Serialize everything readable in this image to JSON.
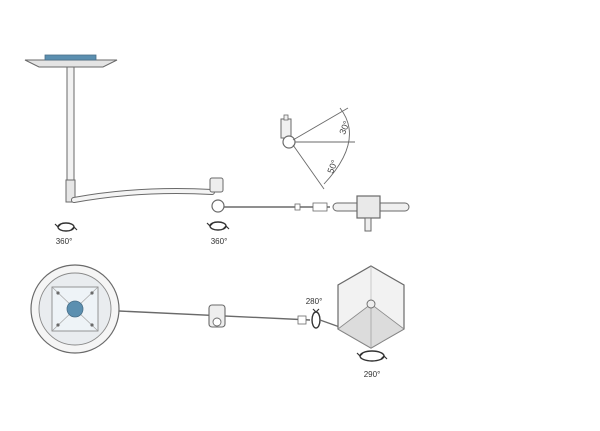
{
  "side_view": {
    "rotation_base": "360°",
    "rotation_arm_joint": "360°"
  },
  "tilt_inset": {
    "angle_up": "30°",
    "angle_down": "50°"
  },
  "top_view": {
    "rotation_arm_end": "280°",
    "rotation_lamp_head": "290°"
  },
  "colors": {
    "line": "#6a6a6a",
    "fill_light": "#eeeeee",
    "fill_mid": "#dddddd",
    "mount_plate": "#5b8fb0",
    "arrow": "#333333"
  }
}
